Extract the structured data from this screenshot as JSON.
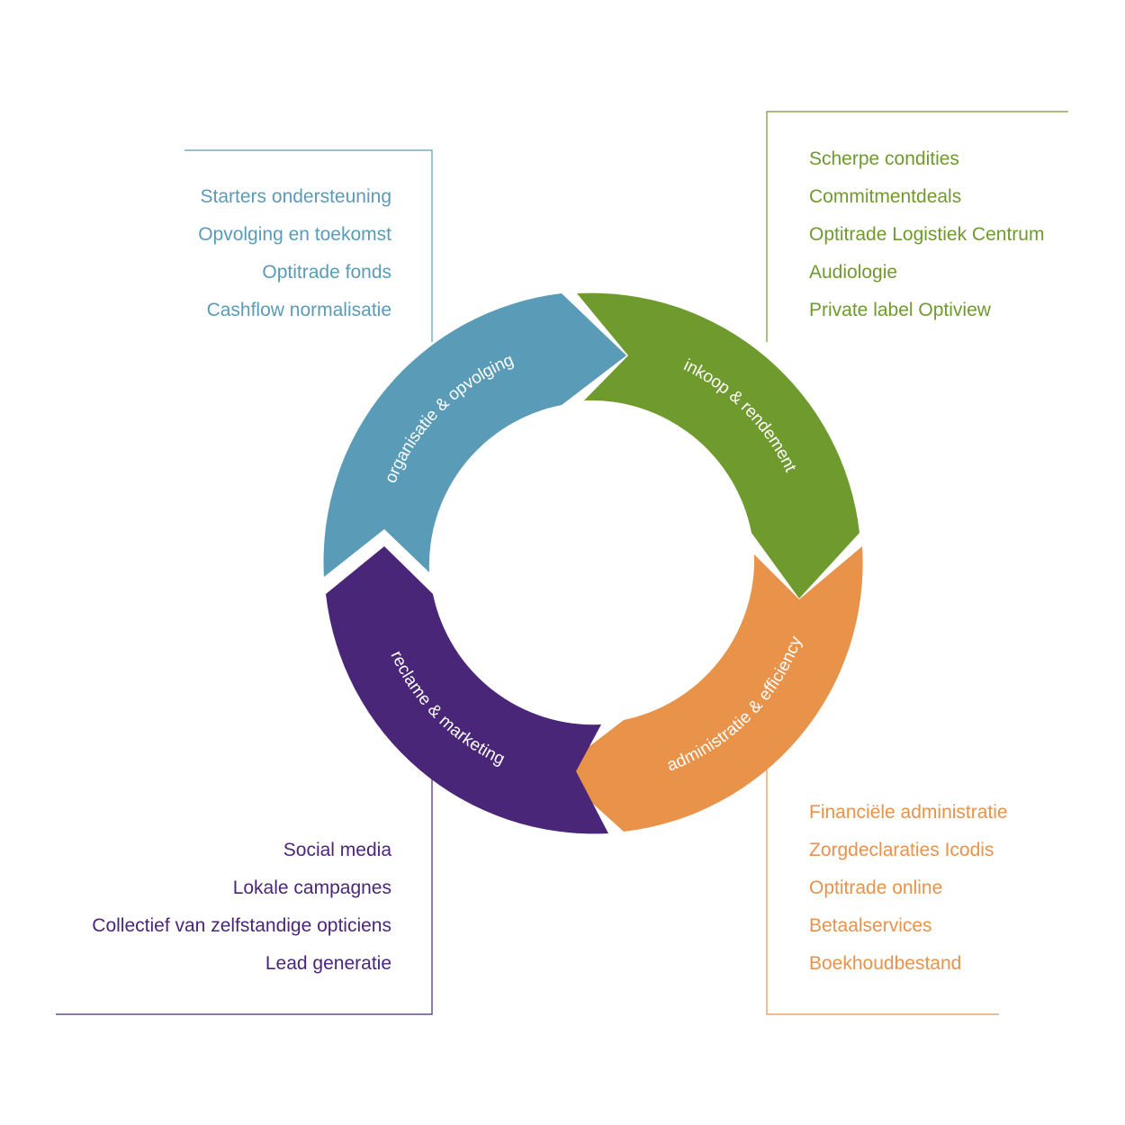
{
  "segments": [
    {
      "key": "org",
      "label": "organisatie & opvolging",
      "color": "#5a9bb8",
      "items": [
        "Starters ondersteuning",
        "Opvolging en toekomst",
        "Optitrade fonds",
        "Cashflow normalisatie"
      ]
    },
    {
      "key": "ink",
      "label": "inkoop & rendement",
      "color": "#6f9a2e",
      "items": [
        "Scherpe condities",
        "Commitmentdeals",
        "Optitrade Logistiek Centrum",
        "Audiologie",
        "Private label Optiview"
      ]
    },
    {
      "key": "adm",
      "label": "administratie & efficiency",
      "color": "#e8924a",
      "items": [
        "Financiële administratie",
        "Zorgdeclaraties Icodis",
        "Optitrade online",
        "Betaalservices",
        "Boekhoudbestand"
      ]
    },
    {
      "key": "recl",
      "label": "reclame & marketing",
      "color": "#4a2679",
      "items": [
        "Social media",
        "Lokale campagnes",
        "Collectief van zelfstandige opticiens",
        "Lead generatie"
      ]
    }
  ]
}
